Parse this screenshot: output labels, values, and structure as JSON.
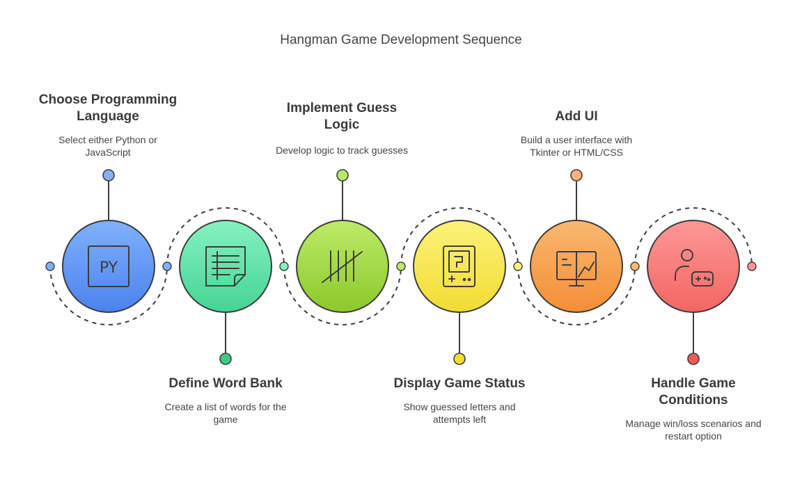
{
  "title": "Hangman Game Development Sequence",
  "steps": [
    {
      "title": "Choose Programming Language",
      "desc": "Select either Python or JavaScript",
      "icon": "python-file-icon",
      "icon_text": "PY",
      "color": "#5b93f5",
      "color_light": "#7fb1fb",
      "color_dark": "#4c82ee",
      "dot": "#86b1f6"
    },
    {
      "title": "Define Word Bank",
      "desc": "Create a list of words for the game",
      "icon": "word-list-icon",
      "color": "#56e3a3",
      "color_light": "#86f1c2",
      "color_dark": "#45d493",
      "dot": "#3fcb86"
    },
    {
      "title": "Implement Guess Logic",
      "desc": "Develop logic to track guesses",
      "icon": "tally-marks-icon",
      "color": "#9ed93b",
      "color_light": "#bdeb67",
      "color_dark": "#8cc82c",
      "dot": "#b7e968"
    },
    {
      "title": "Display Game Status",
      "desc": "Show guessed letters and attempts left",
      "icon": "game-device-icon",
      "color": "#f9e84c",
      "color_light": "#fdf27a",
      "color_dark": "#f1dc33",
      "dot": "#f2de2d"
    },
    {
      "title": "Add UI",
      "desc": "Build a user interface with Tkinter or HTML/CSS",
      "icon": "monitor-ui-icon",
      "color": "#f9a04a",
      "color_light": "#fbb870",
      "color_dark": "#f38e36",
      "dot": "#f7b27a"
    },
    {
      "title": "Handle Game Conditions",
      "desc": "Manage win/loss scenarios and restart option",
      "icon": "player-gamepad-icon",
      "color": "#fb7a78",
      "color_light": "#fd9896",
      "color_dark": "#f26664",
      "dot": "#ee5a5a"
    }
  ]
}
